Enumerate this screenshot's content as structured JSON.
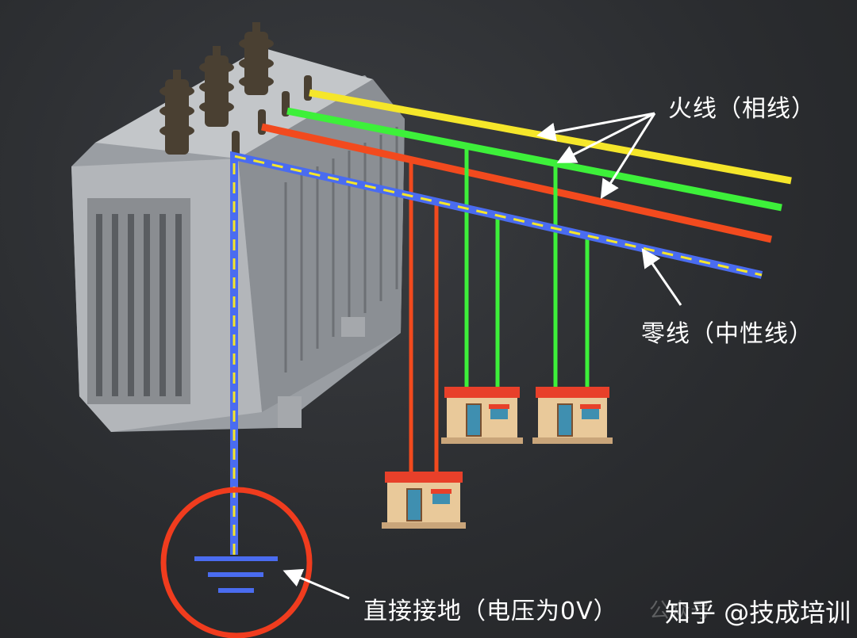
{
  "labels": {
    "live_wire": "火线（相线）",
    "neutral_wire": "零线（中性线）",
    "grounding": "直接接地（电压为0V）"
  },
  "watermark": {
    "platform": "知乎 @技成培训",
    "faint": "公众号"
  },
  "colors": {
    "phase_a": "#f5e62a",
    "phase_b": "#3df03a",
    "phase_c": "#f24a1e",
    "neutral": "#4a6cf0",
    "ground_circle": "#f03c1e"
  }
}
